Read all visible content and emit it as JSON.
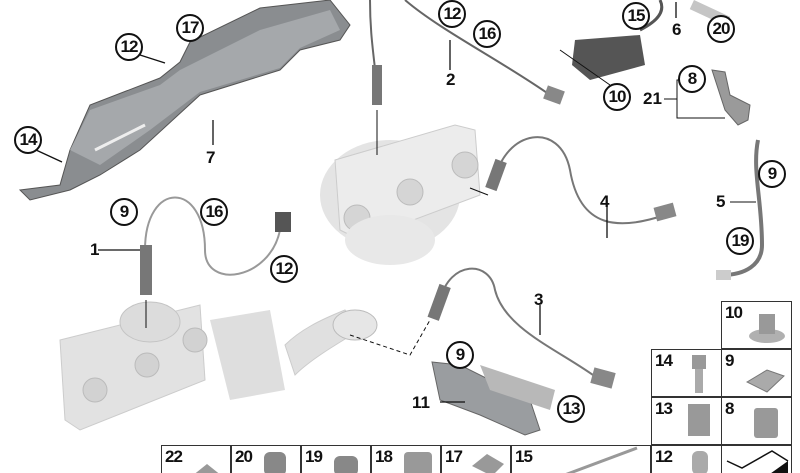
{
  "diagram": {
    "type": "exploded parts diagram",
    "subject": "exhaust manifold catalytic converters with oxygen sensors and heat shield",
    "colors": {
      "line": "#111111",
      "part_dark": "#7a7d80",
      "part_light": "#d9d9d9",
      "background": "#ffffff"
    }
  },
  "callouts": {
    "c12a": "12",
    "c17": "17",
    "c14": "14",
    "c7": "7",
    "c12b": "12",
    "c16a": "16",
    "c2": "2",
    "c15": "15",
    "c6": "6",
    "c20": "20",
    "c10": "10",
    "c8": "8",
    "c21": "21",
    "c9a": "9",
    "c16b": "16",
    "c1": "1",
    "c12c": "12",
    "c4": "4",
    "c9b": "9",
    "c5": "5",
    "c19": "19",
    "c3": "3",
    "c9c": "9",
    "c11": "11",
    "c13": "13"
  },
  "parts_grid": {
    "right_column": [
      {
        "label": "10",
        "part": "flange nut"
      },
      {
        "label": "14",
        "part": "bolt"
      },
      {
        "label": "9",
        "part": "clip"
      },
      {
        "label": "13",
        "part": "clip"
      },
      {
        "label": "8",
        "part": "clip"
      },
      {
        "label": "12",
        "part": "clip"
      },
      {
        "label": "",
        "part": "drawing reference symbol"
      }
    ],
    "bottom_row": [
      {
        "label": "22",
        "part": "clip"
      },
      {
        "label": "20",
        "part": "clip"
      },
      {
        "label": "19",
        "part": "clip"
      },
      {
        "label": "18",
        "part": "clip"
      },
      {
        "label": "17",
        "part": "clip"
      },
      {
        "label": "15",
        "part": "cable tie"
      }
    ]
  }
}
